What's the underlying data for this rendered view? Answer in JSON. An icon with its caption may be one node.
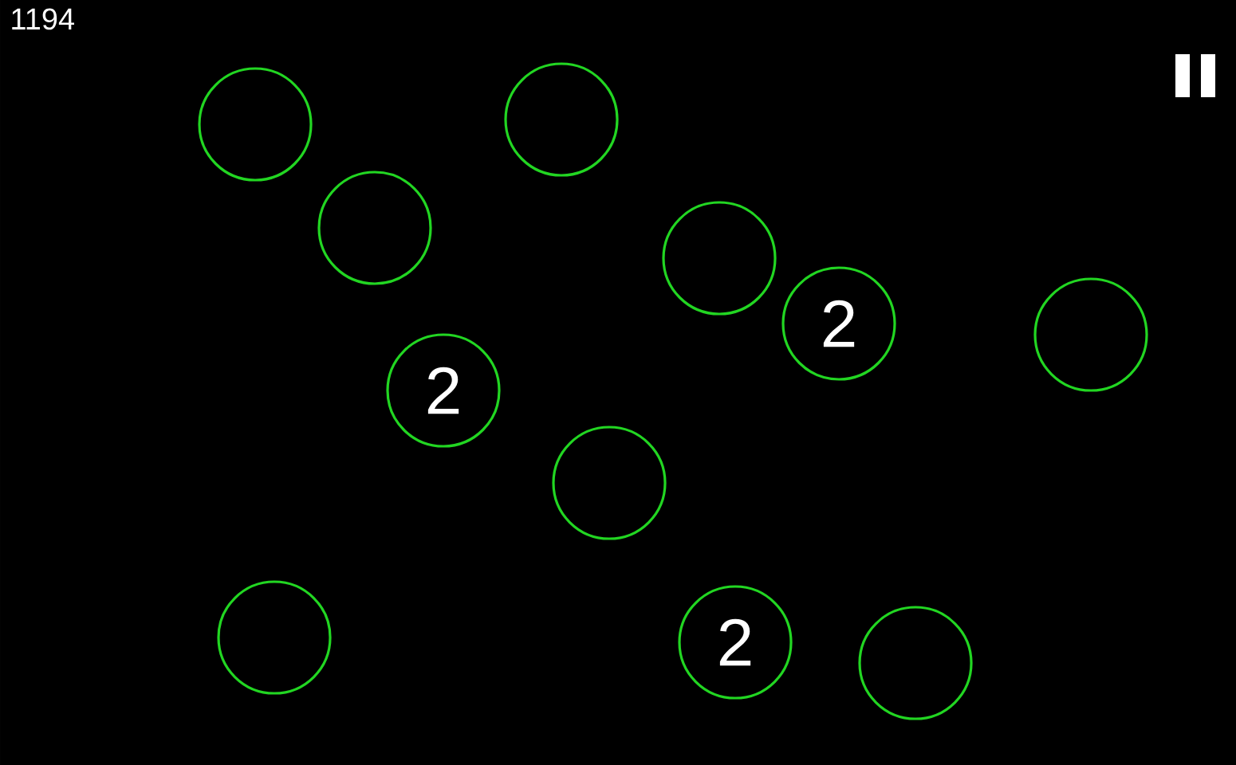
{
  "diagram": {
    "nodes": [
      {
        "text": [],
        "shape": "circle"
      },
      {
        "text": [],
        "shape": "circle"
      },
      {
        "text": [],
        "shape": "circle"
      },
      {
        "text": [],
        "shape": "circle"
      },
      {
        "text": [
          "2"
        ]
      },
      {
        "text": [],
        "shape": "circle"
      },
      {
        "text": [
          "2"
        ]
      },
      {
        "text": [],
        "shape": "circle"
      },
      {
        "text": [],
        "shape": "circle"
      },
      {
        "text": [
          "2"
        ]
      },
      {
        "text": [],
        "shape": "circle"
      }
    ],
    "labels": [
      "1194"
    ]
  }
}
